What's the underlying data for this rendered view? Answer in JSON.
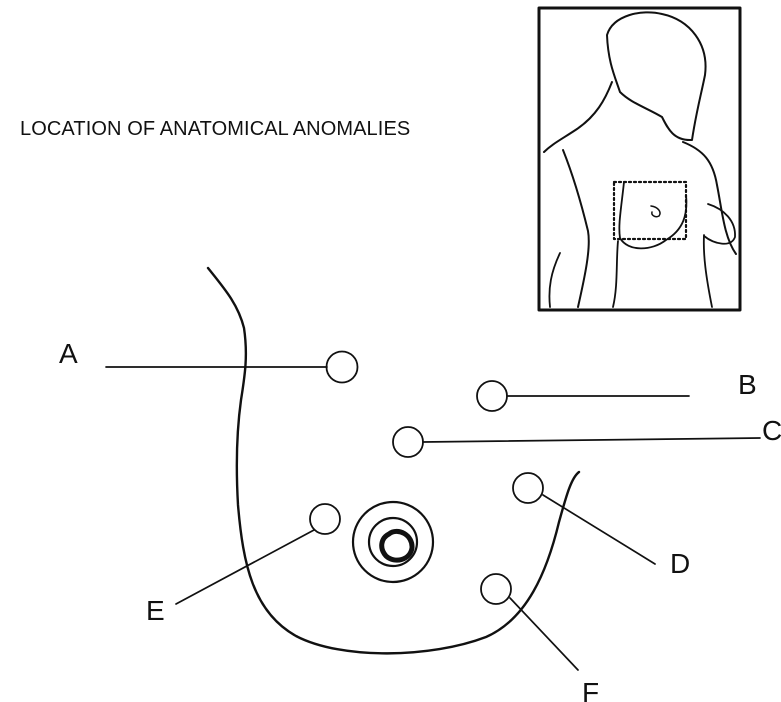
{
  "title": "LOCATION OF ANATOMICAL ANOMALIES",
  "labels": {
    "a": "A",
    "b": "B",
    "c": "C",
    "d": "D",
    "e": "E",
    "f": "F"
  },
  "colors": {
    "ink": "#111111",
    "background": "#ffffff"
  }
}
